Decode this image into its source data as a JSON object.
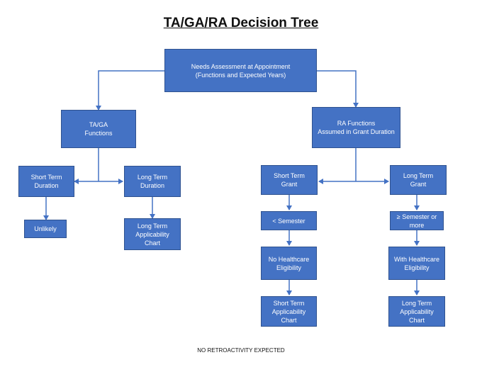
{
  "title": "TA/GA/RA Decision Tree",
  "colors": {
    "node_fill": "#4472c4",
    "node_border": "#2f528f",
    "connector": "#4472c4"
  },
  "nodes": {
    "needs_assessment": "Needs Assessment at Appointment\n(Functions and Expected Years)",
    "taga_functions": "TA/GA\nFunctions",
    "ra_functions": "RA Functions\nAssumed in Grant Duration",
    "taga_short_term": "Short Term\nDuration",
    "taga_long_term": "Long Term\nDuration",
    "taga_unlikely": "Unlikely",
    "taga_long_chart": "Long Term\nApplicability\nChart",
    "ra_short_grant": "Short Term\nGrant",
    "ra_long_grant": "Long Term\nGrant",
    "ra_less_semester": "< Semester",
    "ra_more_semester": "≥ Semester or\nmore",
    "ra_no_healthcare": "No Healthcare\nEligibility",
    "ra_with_healthcare": "With Healthcare\nEligibility",
    "ra_short_chart": "Short Term\nApplicability\nChart",
    "ra_long_chart": "Long Term\nApplicability\nChart"
  },
  "footer": "NO RETROACTIVITY EXPECTED"
}
